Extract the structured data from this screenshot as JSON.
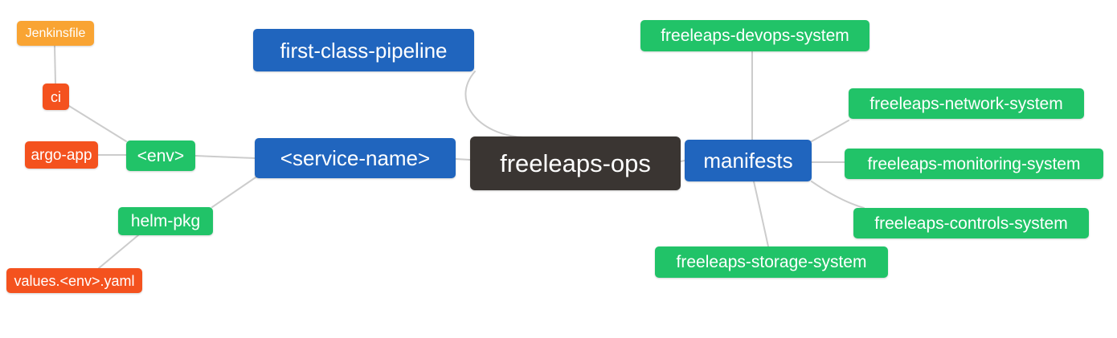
{
  "diagram": {
    "type": "mindmap",
    "background": "#ffffff",
    "edge_color": "#cccccc",
    "text_color": "#ffffff",
    "palette": {
      "root_dark": "#3a3532",
      "branch_blue": "#2065be",
      "leaf_green": "#21c368",
      "leaf_red": "#f4521e",
      "leaf_amber": "#f9a433"
    },
    "nodes": [
      {
        "id": "jenkinsfile",
        "label": "Jenkinsfile",
        "level": 5,
        "color": "#f9a433"
      },
      {
        "id": "ci",
        "label": "ci",
        "level": 4,
        "color": "#f4521e"
      },
      {
        "id": "argo-app",
        "label": "argo-app",
        "level": 4,
        "color": "#f4521e"
      },
      {
        "id": "env",
        "label": "<env>",
        "level": 3,
        "color": "#21c368"
      },
      {
        "id": "helm-pkg",
        "label": "helm-pkg",
        "level": 3,
        "color": "#21c368"
      },
      {
        "id": "values-yaml",
        "label": "values.<env>.yaml",
        "level": 4,
        "color": "#f4521e"
      },
      {
        "id": "pipeline",
        "label": "first-class-pipeline",
        "level": 2,
        "color": "#2065be"
      },
      {
        "id": "service",
        "label": "<service-name>",
        "level": 2,
        "color": "#2065be"
      },
      {
        "id": "root",
        "label": "freeleaps-ops",
        "level": 1,
        "color": "#3a3532"
      },
      {
        "id": "manifests",
        "label": "manifests",
        "level": 2,
        "color": "#2065be"
      },
      {
        "id": "devops",
        "label": "freeleaps-devops-system",
        "level": 3,
        "color": "#21c368"
      },
      {
        "id": "network",
        "label": "freeleaps-network-system",
        "level": 3,
        "color": "#21c368"
      },
      {
        "id": "monitoring",
        "label": "freeleaps-monitoring-system",
        "level": 3,
        "color": "#21c368"
      },
      {
        "id": "controls",
        "label": "freeleaps-controls-system",
        "level": 3,
        "color": "#21c368"
      },
      {
        "id": "storage",
        "label": "freeleaps-storage-system",
        "level": 3,
        "color": "#21c368"
      }
    ],
    "edges": [
      {
        "from": "jenkinsfile",
        "to": "ci"
      },
      {
        "from": "ci",
        "to": "env"
      },
      {
        "from": "argo-app",
        "to": "env"
      },
      {
        "from": "env",
        "to": "service"
      },
      {
        "from": "helm-pkg",
        "to": "service"
      },
      {
        "from": "values-yaml",
        "to": "helm-pkg"
      },
      {
        "from": "pipeline",
        "to": "root"
      },
      {
        "from": "service",
        "to": "root"
      },
      {
        "from": "root",
        "to": "manifests"
      },
      {
        "from": "manifests",
        "to": "devops"
      },
      {
        "from": "manifests",
        "to": "network"
      },
      {
        "from": "manifests",
        "to": "monitoring"
      },
      {
        "from": "manifests",
        "to": "controls"
      },
      {
        "from": "manifests",
        "to": "storage"
      }
    ]
  }
}
